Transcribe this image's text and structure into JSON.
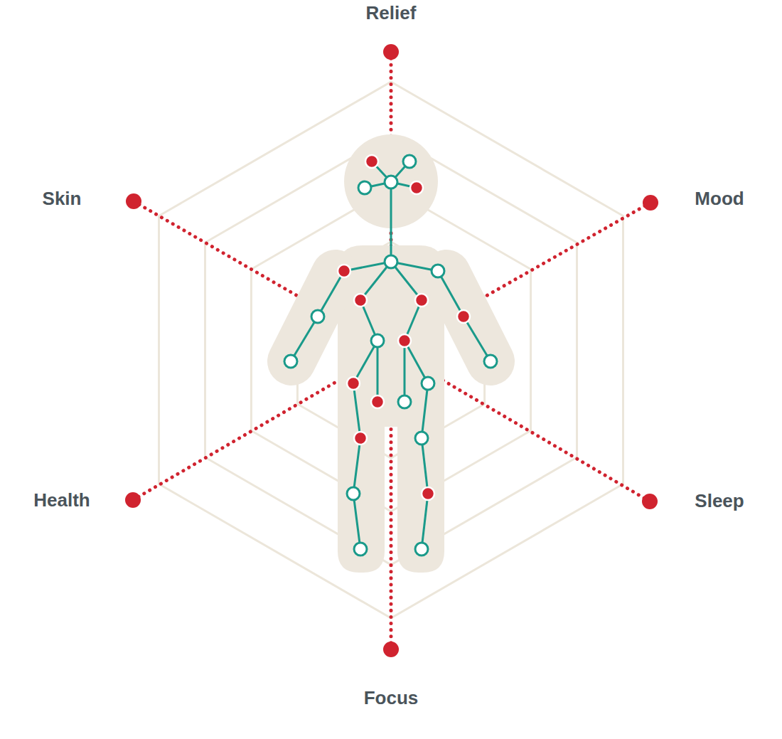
{
  "diagram": {
    "labels": [
      "Relief",
      "Skin",
      "Mood",
      "Health",
      "Sleep",
      "Focus"
    ]
  }
}
